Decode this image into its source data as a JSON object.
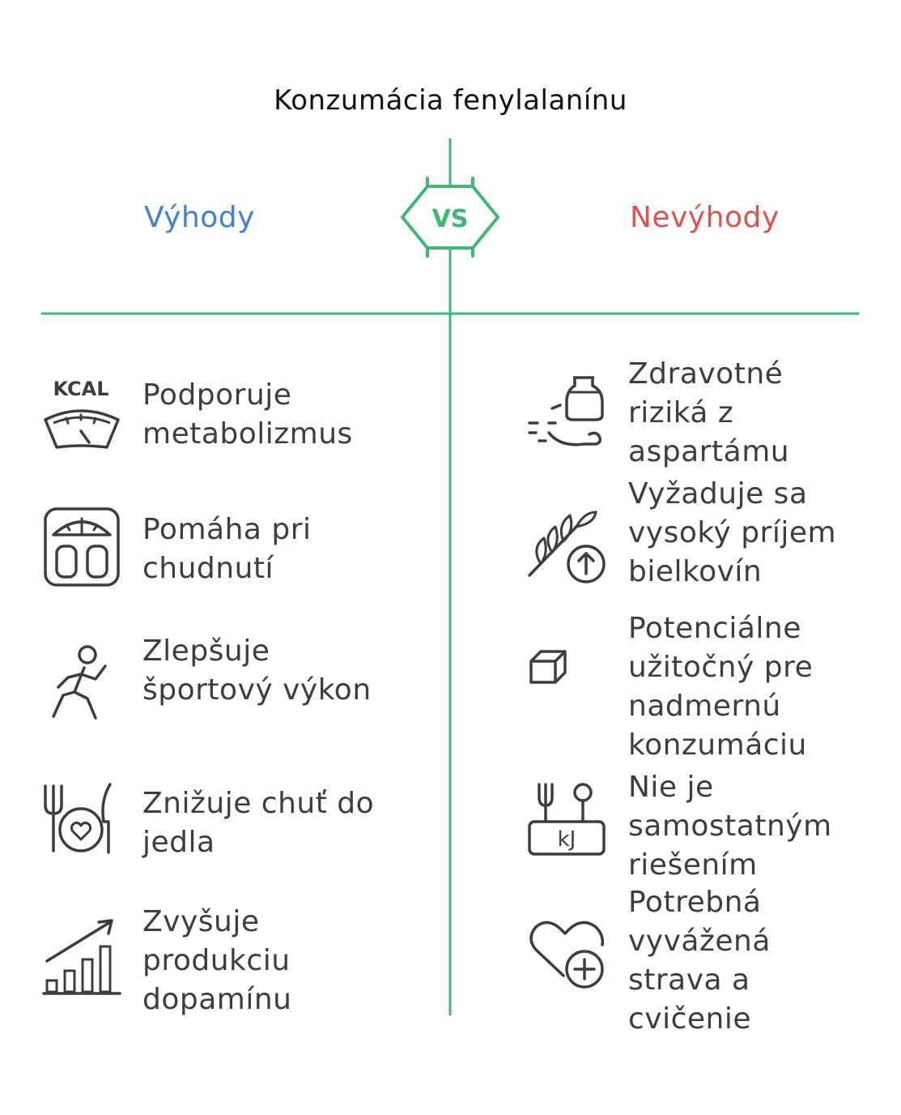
{
  "title": "Konzumácia fenylalanínu",
  "vs_label": "VS",
  "columns": {
    "pros": {
      "heading": "Výhody",
      "color": "#3f7fe0",
      "items": [
        {
          "icon": "kcal-scale-icon",
          "icon_text": "KCAL",
          "text": "Podporuje metabolizmus"
        },
        {
          "icon": "bathroom-scale-icon",
          "text": "Pomáha pri chudnutí"
        },
        {
          "icon": "running-person-icon",
          "text": "Zlepšuje športový výkon"
        },
        {
          "icon": "plate-heart-icon",
          "text": "Znižuje chuť do jedla"
        },
        {
          "icon": "growth-chart-icon",
          "text": "Zvyšuje produkciu dopamínu"
        }
      ]
    },
    "cons": {
      "heading": "Nevýhody",
      "color": "#e0534d",
      "items": [
        {
          "icon": "milk-bottle-icon",
          "text": "Zdravotné riziká z aspartámu"
        },
        {
          "icon": "wheat-arrow-up-icon",
          "text": "Vyžaduje sa vysoký príjem bielkovín"
        },
        {
          "icon": "cube-icon",
          "text": "Potenciálne užitočný pre nadmernú konzumáciu"
        },
        {
          "icon": "kj-sign-icon",
          "icon_text": "kJ",
          "text": "Nie je samostatným riešením"
        },
        {
          "icon": "heart-plus-icon",
          "text": "Potrebná vyvážená strava a cvičenie"
        }
      ]
    }
  },
  "accent_color": "#3cba74"
}
